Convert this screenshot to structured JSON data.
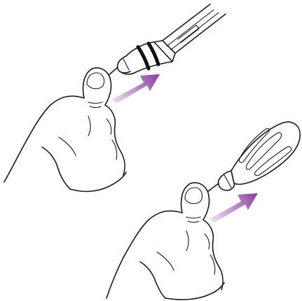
{
  "colors": {
    "arrow_start": "#f1e6f6",
    "arrow_end": "#8a3d9e",
    "ink": "#1a1a1a",
    "band": "#111111"
  },
  "panels": [
    {
      "tool": "pen-style-file-with-grip-rings",
      "arrow_direction": "up-right"
    },
    {
      "tool": "bulb-handle-drill",
      "arrow_direction": "up-right"
    }
  ]
}
